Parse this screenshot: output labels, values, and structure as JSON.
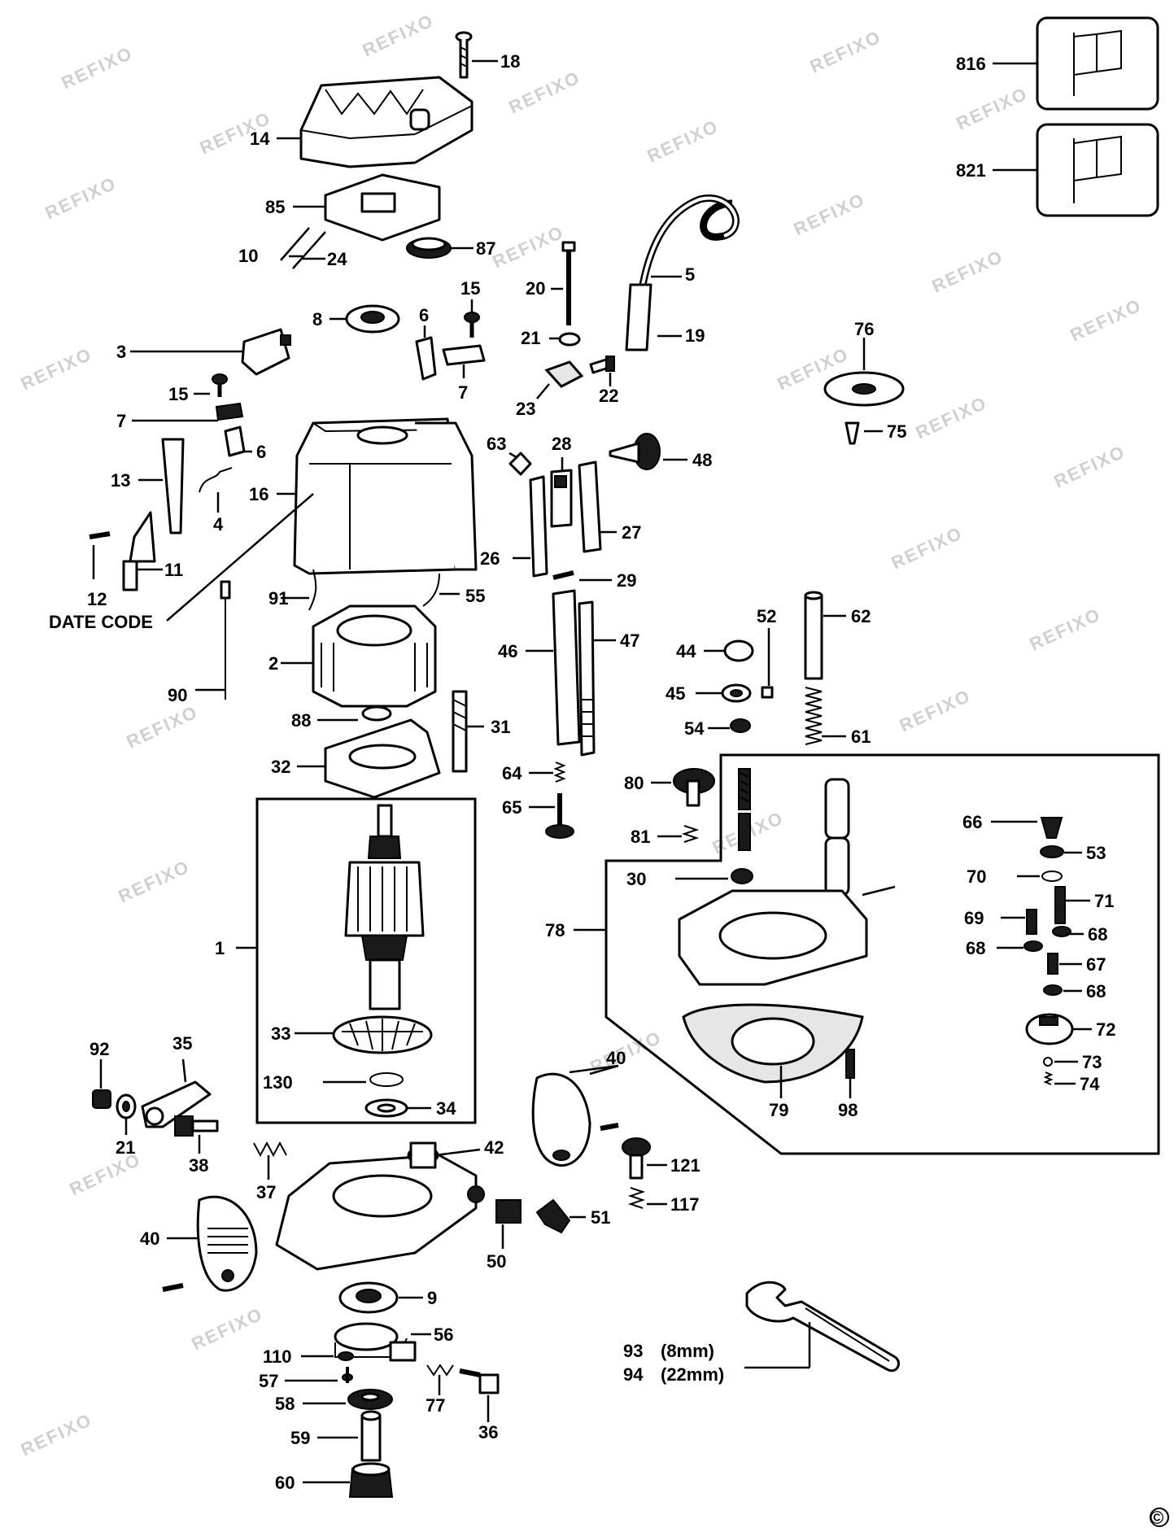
{
  "diagram": {
    "watermark": "REFIXO",
    "copyright": "©",
    "labels": {
      "l816": "816",
      "l821": "821",
      "l18": "18",
      "l14": "14",
      "l85": "85",
      "l87": "87",
      "l10": "10",
      "l24": "24",
      "l5": "5",
      "l20": "20",
      "l15a": "15",
      "l8": "8",
      "l6a": "6",
      "l3": "3",
      "l7a": "7",
      "l21a": "21",
      "l19": "19",
      "l15b": "15",
      "l7b": "7",
      "l22": "22",
      "l23": "23",
      "l76": "76",
      "l75": "75",
      "l6b": "6",
      "l63": "63",
      "l28": "28",
      "l48": "48",
      "l13": "13",
      "l16": "16",
      "l27": "27",
      "l4": "4",
      "l26": "26",
      "l11": "11",
      "l12": "12",
      "date_code": "DATE CODE",
      "l29": "29",
      "l91": "91",
      "l55": "55",
      "l52": "52",
      "l62": "62",
      "l46": "46",
      "l47": "47",
      "l44": "44",
      "l2": "2",
      "l45": "45",
      "l90": "90",
      "l88": "88",
      "l31": "31",
      "l54": "54",
      "l61": "61",
      "l32": "32",
      "l64": "64",
      "l80": "80",
      "l65": "65",
      "l66": "66",
      "l81": "81",
      "l53": "53",
      "l30": "30",
      "l70": "70",
      "l71": "71",
      "l1": "1",
      "l78": "78",
      "l69": "69",
      "l68a": "68",
      "l68b": "68",
      "l67": "67",
      "l68c": "68",
      "l33": "33",
      "l72": "72",
      "l92": "92",
      "l35": "35",
      "l40a": "40",
      "l73": "73",
      "l130": "130",
      "l74": "74",
      "l34": "34",
      "l79": "79",
      "l98": "98",
      "l21b": "21",
      "l38": "38",
      "l42": "42",
      "l121": "121",
      "l37": "37",
      "l117": "117",
      "l51": "51",
      "l40b": "40",
      "l50": "50",
      "l9": "9",
      "l56": "56",
      "l110": "110",
      "l93": "93",
      "l93_size": "(8mm)",
      "l94": "94",
      "l94_size": "(22mm)",
      "l57": "57",
      "l77": "77",
      "l58": "58",
      "l36": "36",
      "l59": "59",
      "l60": "60"
    }
  }
}
